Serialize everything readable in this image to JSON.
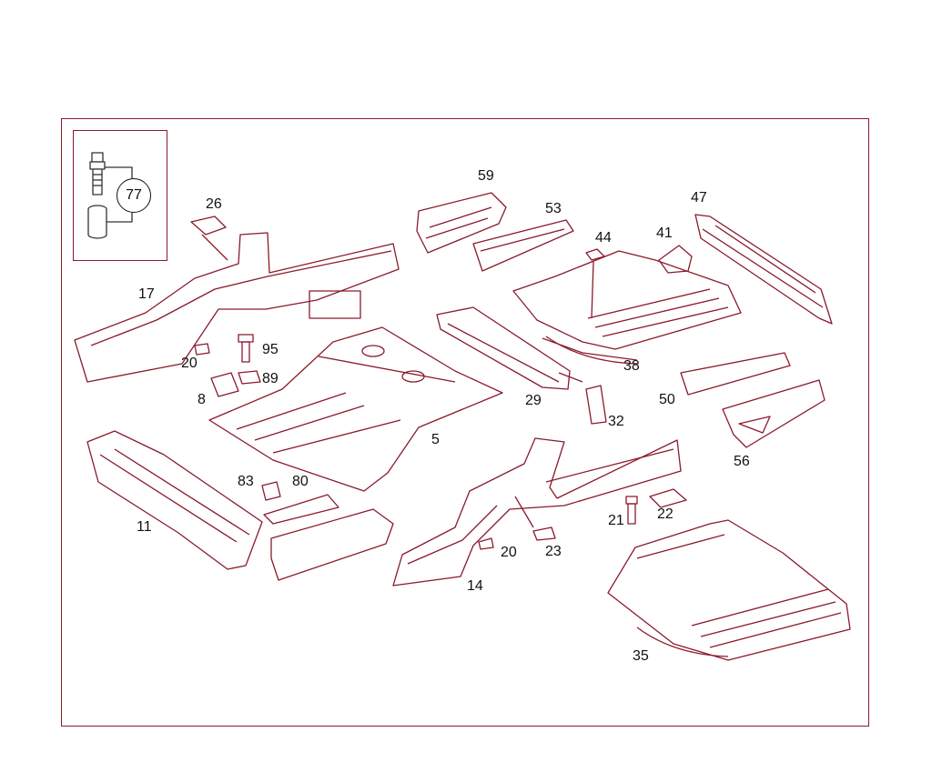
{
  "colors": {
    "line": "#8b1a2b",
    "text": "#111111",
    "background": "#ffffff"
  },
  "inset": {
    "callout": "77"
  },
  "parts": [
    {
      "id": "p59",
      "label": "59"
    },
    {
      "id": "p53",
      "label": "53"
    },
    {
      "id": "p47",
      "label": "47"
    },
    {
      "id": "p26",
      "label": "26"
    },
    {
      "id": "p44",
      "label": "44"
    },
    {
      "id": "p41",
      "label": "41"
    },
    {
      "id": "p17",
      "label": "17"
    },
    {
      "id": "p95",
      "label": "95"
    },
    {
      "id": "p20a",
      "label": "20"
    },
    {
      "id": "p89",
      "label": "89"
    },
    {
      "id": "p38",
      "label": "38"
    },
    {
      "id": "p8",
      "label": "8"
    },
    {
      "id": "p29",
      "label": "29"
    },
    {
      "id": "p50",
      "label": "50"
    },
    {
      "id": "p32",
      "label": "32"
    },
    {
      "id": "p5",
      "label": "5"
    },
    {
      "id": "p56",
      "label": "56"
    },
    {
      "id": "p83",
      "label": "83"
    },
    {
      "id": "p80",
      "label": "80"
    },
    {
      "id": "p21",
      "label": "21"
    },
    {
      "id": "p22",
      "label": "22"
    },
    {
      "id": "p11",
      "label": "11"
    },
    {
      "id": "p20b",
      "label": "20"
    },
    {
      "id": "p23",
      "label": "23"
    },
    {
      "id": "p14",
      "label": "14"
    },
    {
      "id": "p35",
      "label": "35"
    }
  ]
}
